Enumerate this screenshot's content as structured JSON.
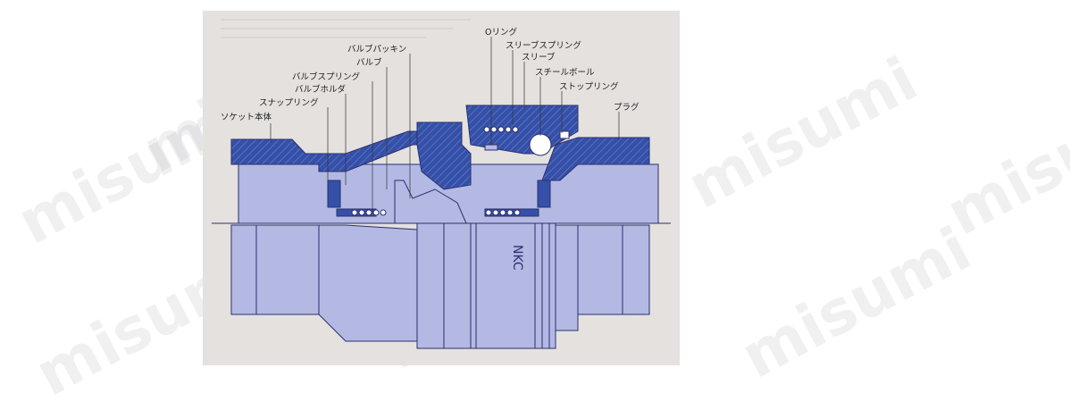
{
  "diagram": {
    "colors": {
      "background": "#e4e1df",
      "body_section": "#3550a8",
      "inner_parts": "#b3b9e3",
      "outline": "#2b2f6e",
      "hatch": "#6f84cc"
    },
    "labels": {
      "socket_body": "ソケット本体",
      "snap_ring": "スナップリング",
      "valve_holder": "バルブホルダ",
      "valve_spring": "バルブスプリング",
      "valve": "バルブ",
      "valve_packing": "バルブパッキン",
      "o_ring": "Oリング",
      "sleeve_spring": "スリーブスプリング",
      "sleeve": "スリーブ",
      "steel_ball": "スチールボール",
      "stop_ring": "ストップリング",
      "plug": "プラグ"
    },
    "embossed_text": "NKC"
  },
  "watermark": {
    "text": "misumi",
    "color": "#a0a0aa"
  }
}
